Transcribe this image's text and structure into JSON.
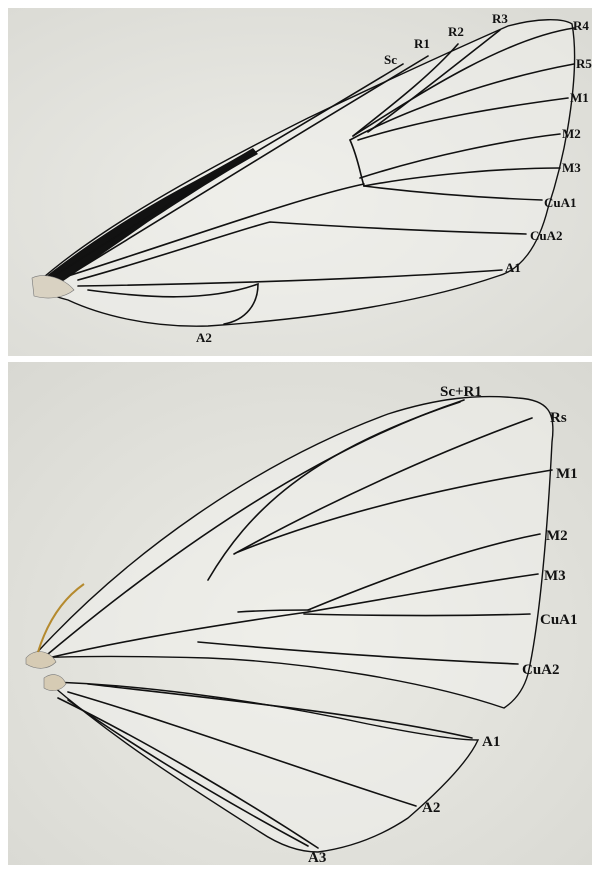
{
  "forewing": {
    "labels": {
      "sc": "Sc",
      "r1": "R1",
      "r2": "R2",
      "r3": "R3",
      "r4": "R4",
      "r5": "R5",
      "m1": "M1",
      "m2": "M2",
      "m3": "M3",
      "cua1": "CuA1",
      "cua2": "CuA2",
      "a1": "A1",
      "a2": "A2"
    }
  },
  "hindwing": {
    "labels": {
      "scr1": "Sc+R1",
      "rs": "Rs",
      "m1": "M1",
      "m2": "M2",
      "m3": "M3",
      "cua1": "CuA1",
      "cua2": "CuA2",
      "a1": "A1",
      "a2": "A2",
      "a3": "A3"
    }
  },
  "colors": {
    "background": "#e6e6e0",
    "vein": "#111111"
  }
}
